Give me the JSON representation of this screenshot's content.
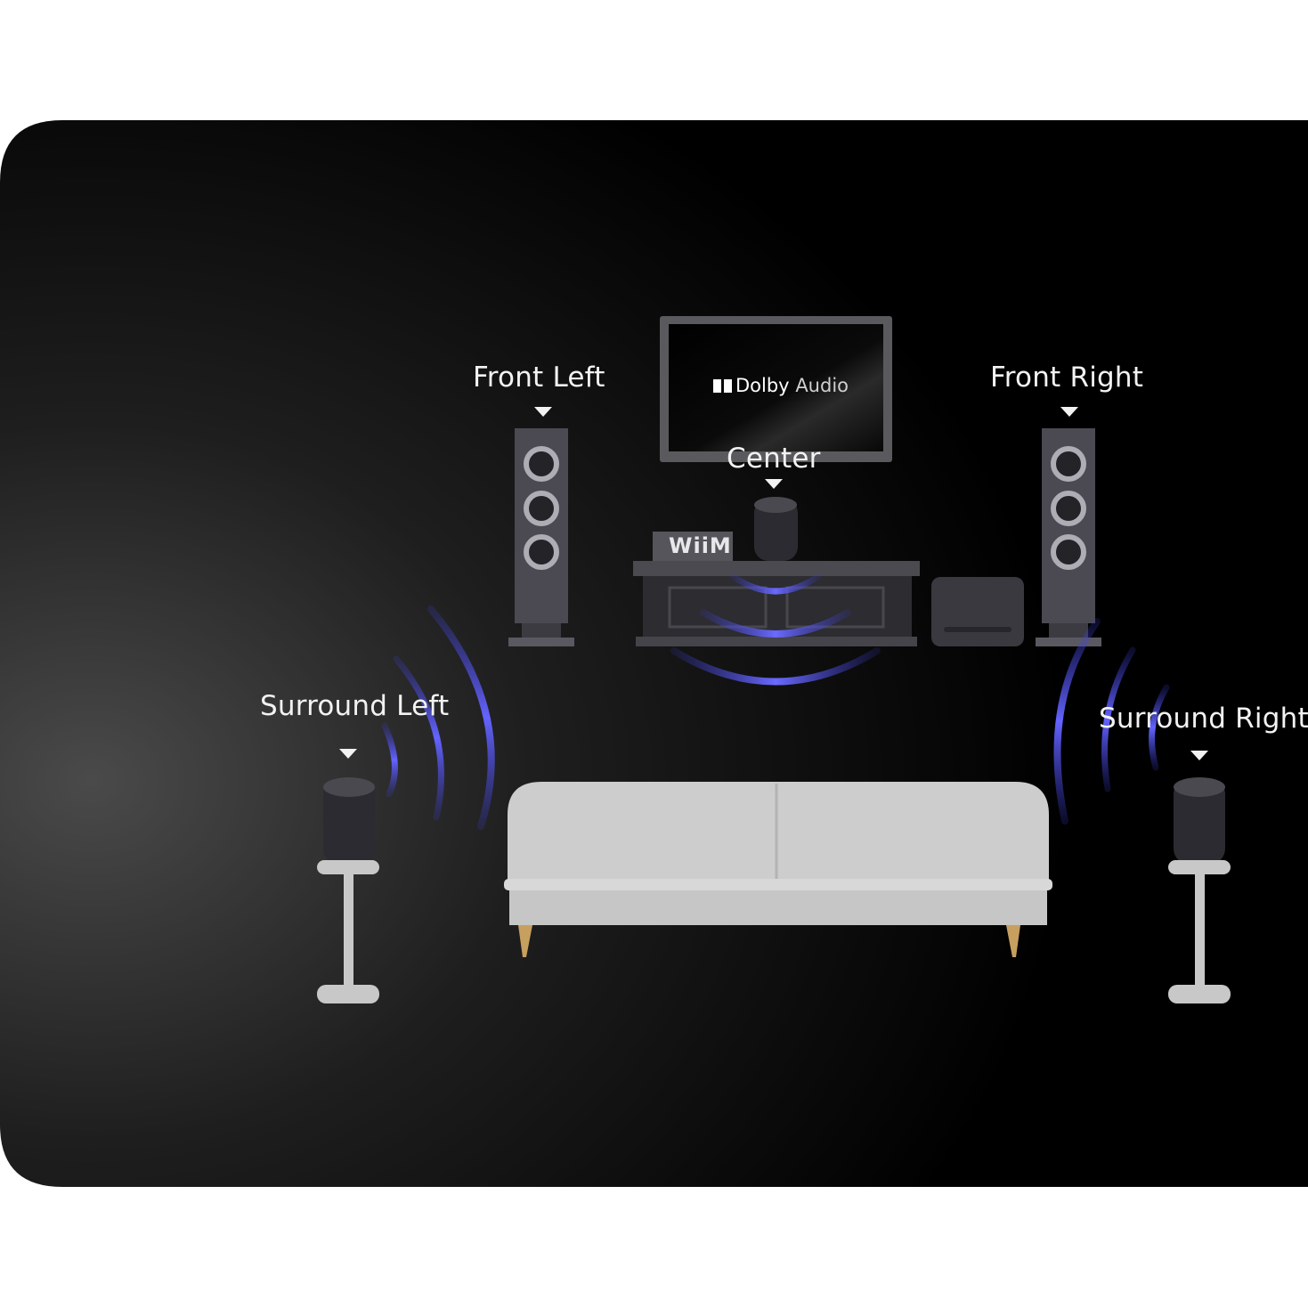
{
  "labels": {
    "front_left": "Front Left",
    "front_right": "Front Right",
    "center": "Center",
    "surround_left": "Surround Left",
    "surround_right": "Surround Right"
  },
  "tv": {
    "brand": "Dolby",
    "product": "Audio"
  },
  "receiver": {
    "label": "WiiM"
  },
  "colors": {
    "background": "#000000",
    "speaker": "#4b4a52",
    "wave": "#5b5bf0",
    "sofa": "#cdcdcd",
    "text": "#f2f2f2"
  }
}
